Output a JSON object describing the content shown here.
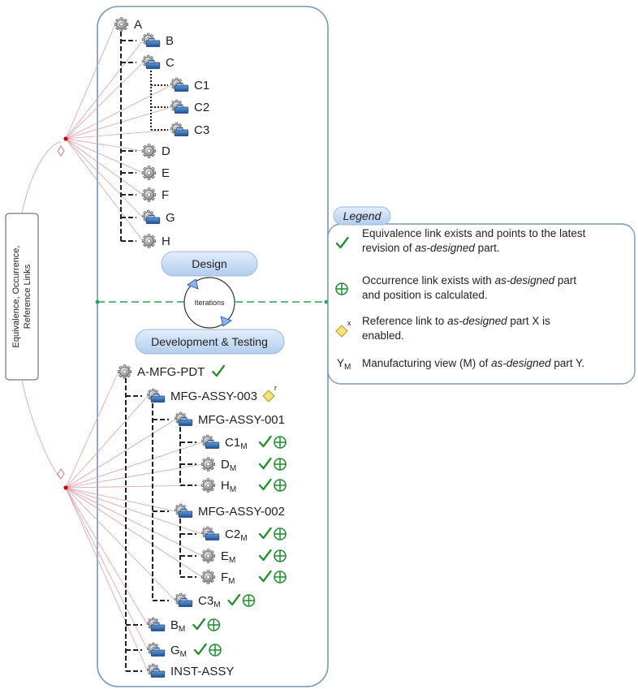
{
  "side_label": {
    "lines": [
      "Equivalence, Occurrence,",
      "Reference Links"
    ]
  },
  "design": {
    "label": "Design",
    "nodes": [
      {
        "text": "A"
      },
      {
        "text": "B"
      },
      {
        "text": "C"
      },
      {
        "text": "C1"
      },
      {
        "text": "C2"
      },
      {
        "text": "C3"
      },
      {
        "text": "D"
      },
      {
        "text": "E"
      },
      {
        "text": "F"
      },
      {
        "text": "G"
      },
      {
        "text": "H"
      }
    ]
  },
  "iterations_label": "Iterations",
  "development": {
    "label": "Development & Testing",
    "nodes": [
      {
        "text": "A-MFG-PDT",
        "sub": "",
        "check": true,
        "occ": false,
        "ref": false
      },
      {
        "text": "MFG-ASSY-003",
        "sub": "",
        "check": false,
        "occ": false,
        "ref": true,
        "ref_sup": "r"
      },
      {
        "text": "MFG-ASSY-001",
        "sub": "",
        "check": false,
        "occ": false,
        "ref": false
      },
      {
        "text": "C1",
        "sub": "M",
        "check": true,
        "occ": true,
        "ref": false
      },
      {
        "text": "D",
        "sub": "M",
        "check": true,
        "occ": true,
        "ref": false
      },
      {
        "text": "H",
        "sub": "M",
        "check": true,
        "occ": true,
        "ref": false
      },
      {
        "text": "MFG-ASSY-002",
        "sub": "",
        "check": false,
        "occ": false,
        "ref": false
      },
      {
        "text": "C2",
        "sub": "M",
        "check": true,
        "occ": true,
        "ref": false
      },
      {
        "text": "E",
        "sub": "M",
        "check": true,
        "occ": true,
        "ref": false
      },
      {
        "text": "F",
        "sub": "M",
        "check": true,
        "occ": true,
        "ref": false
      },
      {
        "text": "C3",
        "sub": "M",
        "check": true,
        "occ": true,
        "ref": false
      },
      {
        "text": "B",
        "sub": "M",
        "check": true,
        "occ": true,
        "ref": false
      },
      {
        "text": "G",
        "sub": "M",
        "check": true,
        "occ": true,
        "ref": false
      },
      {
        "text": "INST-ASSY",
        "sub": "",
        "check": false,
        "occ": false,
        "ref": false
      }
    ]
  },
  "legend": {
    "title": "Legend",
    "items": [
      {
        "icon": "checkmark-icon",
        "lines": [
          [
            {
              "t": "Equivalence link exists and points to the latest"
            }
          ],
          [
            {
              "t": "revision of "
            },
            {
              "t": "as-designed",
              "i": true
            },
            {
              "t": " part."
            }
          ]
        ]
      },
      {
        "icon": "occurrence-icon",
        "lines": [
          [
            {
              "t": "Occurrence link exists with "
            },
            {
              "t": "as-designed",
              "i": true
            },
            {
              "t": " part"
            }
          ],
          [
            {
              "t": "and position is calculated."
            }
          ]
        ]
      },
      {
        "icon": "reference-diamond-icon",
        "icon_sup": "x",
        "lines": [
          [
            {
              "t": "Reference link to "
            },
            {
              "t": "as-designed",
              "i": true
            },
            {
              "t": " part X is"
            }
          ],
          [
            {
              "t": "enabled."
            }
          ]
        ]
      },
      {
        "icon": "ym-text",
        "icon_text": "Y",
        "icon_sub": "M",
        "lines": [
          [
            {
              "t": "Manufacturing view (M) of "
            },
            {
              "t": "as-designed",
              "i": true
            },
            {
              "t": " part Y."
            }
          ]
        ]
      }
    ]
  },
  "colors": {
    "check": "#2e8b3a",
    "ref_lines": "#d9a0a8",
    "divider": "#2e9e5a",
    "pill": "#c9dcf3",
    "frame": "#7a95b8"
  }
}
